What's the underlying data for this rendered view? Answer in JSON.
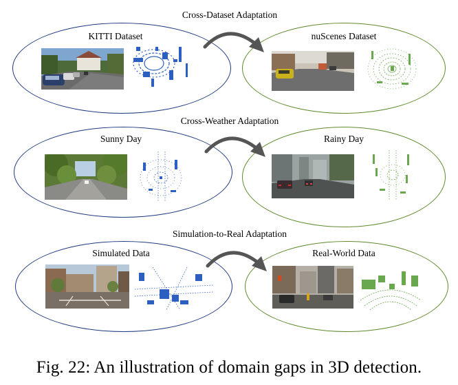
{
  "rows": [
    {
      "title": "Cross-Dataset Adaptation",
      "source": {
        "label": "KITTI Dataset",
        "border_color": "#1f3a80",
        "point_color": "#2c5fc0"
      },
      "target": {
        "label": "nuScenes Dataset",
        "border_color": "#5e8a2c",
        "point_color": "#6aa84f"
      }
    },
    {
      "title": "Cross-Weather Adaptation",
      "source": {
        "label": "Sunny Day",
        "border_color": "#1f3a80",
        "point_color": "#2c5fc0"
      },
      "target": {
        "label": "Rainy Day",
        "border_color": "#5e8a2c",
        "point_color": "#6aa84f"
      }
    },
    {
      "title": "Simulation-to-Real Adaptation",
      "source": {
        "label": "Simulated Data",
        "border_color": "#1f3a80",
        "point_color": "#2c5fc0"
      },
      "target": {
        "label": "Real-World Data",
        "border_color": "#5e8a2c",
        "point_color": "#6aa84f"
      }
    }
  ],
  "caption": "Fig. 22: An illustration of domain gaps in 3D detection."
}
